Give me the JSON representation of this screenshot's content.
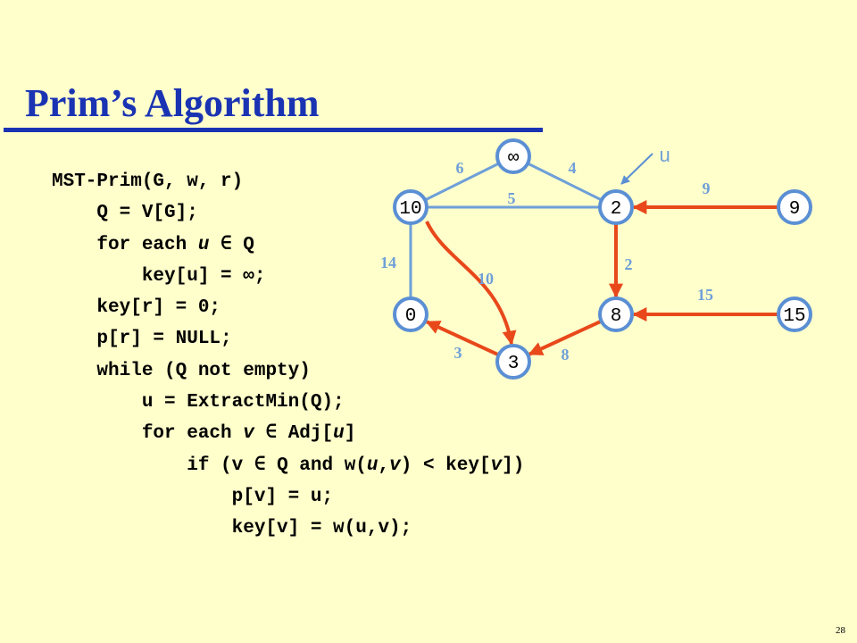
{
  "slide": {
    "title": "Prim’s Algorithm",
    "page_number": "28"
  },
  "code": {
    "lines": [
      [
        {
          "t": "MST-Prim(G, w, r)"
        }
      ],
      [
        {
          "t": "    Q = V[G];"
        }
      ],
      [
        {
          "t": "    for each "
        },
        {
          "t": "u",
          "i": true
        },
        {
          "t": " ∈ Q"
        }
      ],
      [
        {
          "t": "        key[u] = ∞;"
        }
      ],
      [
        {
          "t": "    key[r] = 0;"
        }
      ],
      [
        {
          "t": "    p[r] = NULL;"
        }
      ],
      [
        {
          "t": "    while (Q not empty)"
        }
      ],
      [
        {
          "t": "        u = ExtractMin(Q);"
        }
      ],
      [
        {
          "t": "        for each "
        },
        {
          "t": "v",
          "i": true
        },
        {
          "t": " ∈ Adj["
        },
        {
          "t": "u",
          "i": true
        },
        {
          "t": "]"
        }
      ],
      [
        {
          "t": "            if (v ∈ Q and w("
        },
        {
          "t": "u",
          "i": true
        },
        {
          "t": ","
        },
        {
          "t": "v",
          "i": true
        },
        {
          "t": ") < key["
        },
        {
          "t": "v",
          "i": true
        },
        {
          "t": "])"
        }
      ],
      [
        {
          "t": "                p[v] = u;"
        }
      ],
      [
        {
          "t": "                key[v] = w(u,v);"
        }
      ]
    ]
  },
  "graph": {
    "colors": {
      "tree_edge": "#e8481a",
      "edge": "#6e9fd8",
      "node_stroke": "#5b8fd4",
      "weight_text": "#6e9fd8"
    },
    "nodes": [
      {
        "id": "top",
        "label": "∞"
      },
      {
        "id": "tl",
        "label": "10"
      },
      {
        "id": "tm",
        "label": "2"
      },
      {
        "id": "tr",
        "label": "9"
      },
      {
        "id": "bl",
        "label": "0"
      },
      {
        "id": "bm",
        "label": "8"
      },
      {
        "id": "br",
        "label": "15"
      },
      {
        "id": "bot",
        "label": "3"
      }
    ],
    "edges": [
      {
        "from": "tl",
        "to": "top",
        "weight": "6",
        "tree": false
      },
      {
        "from": "top",
        "to": "tm",
        "weight": "4",
        "tree": false
      },
      {
        "from": "tl",
        "to": "tm",
        "weight": "5",
        "tree": false
      },
      {
        "from": "tr",
        "to": "tm",
        "weight": "9",
        "tree": true
      },
      {
        "from": "tl",
        "to": "bl",
        "weight": "14",
        "tree": false
      },
      {
        "from": "tl",
        "to": "bot",
        "weight": "10",
        "tree": true
      },
      {
        "from": "tm",
        "to": "bm",
        "weight": "2",
        "tree": true
      },
      {
        "from": "br",
        "to": "bm",
        "weight": "15",
        "tree": true
      },
      {
        "from": "bot",
        "to": "bl",
        "weight": "3",
        "tree": true
      },
      {
        "from": "bm",
        "to": "bot",
        "weight": "8",
        "tree": true
      }
    ],
    "pointer_label": "u"
  }
}
